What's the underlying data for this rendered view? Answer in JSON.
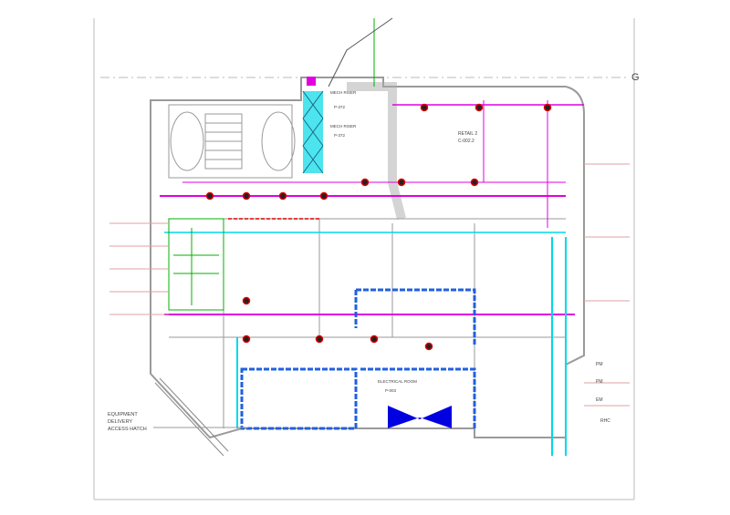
{
  "drawing": {
    "grid_label": "G",
    "rooms": {
      "retail": {
        "name": "RETAIL 2",
        "number": "C-002.2"
      },
      "mech_riser_top": {
        "name": "MECH RISER",
        "number": "P-372"
      },
      "mech_riser_mid": {
        "name": "MECH RISER",
        "number": "P-372"
      },
      "electrical": {
        "name": "ELECTRICAL ROOM",
        "number": "P-003"
      }
    },
    "hatch_note": [
      "EQUIPMENT",
      "DELIVERY",
      "ACCESS HATCH"
    ],
    "side_tags": [
      "PM",
      "PM",
      "EM",
      "RHC"
    ],
    "colors": {
      "magenta": "#e000e0",
      "cyan": "#00d8e8",
      "blue": "#0000e0",
      "green": "#00b000",
      "red": "#e00000",
      "wall": "#9a9a9a"
    }
  }
}
